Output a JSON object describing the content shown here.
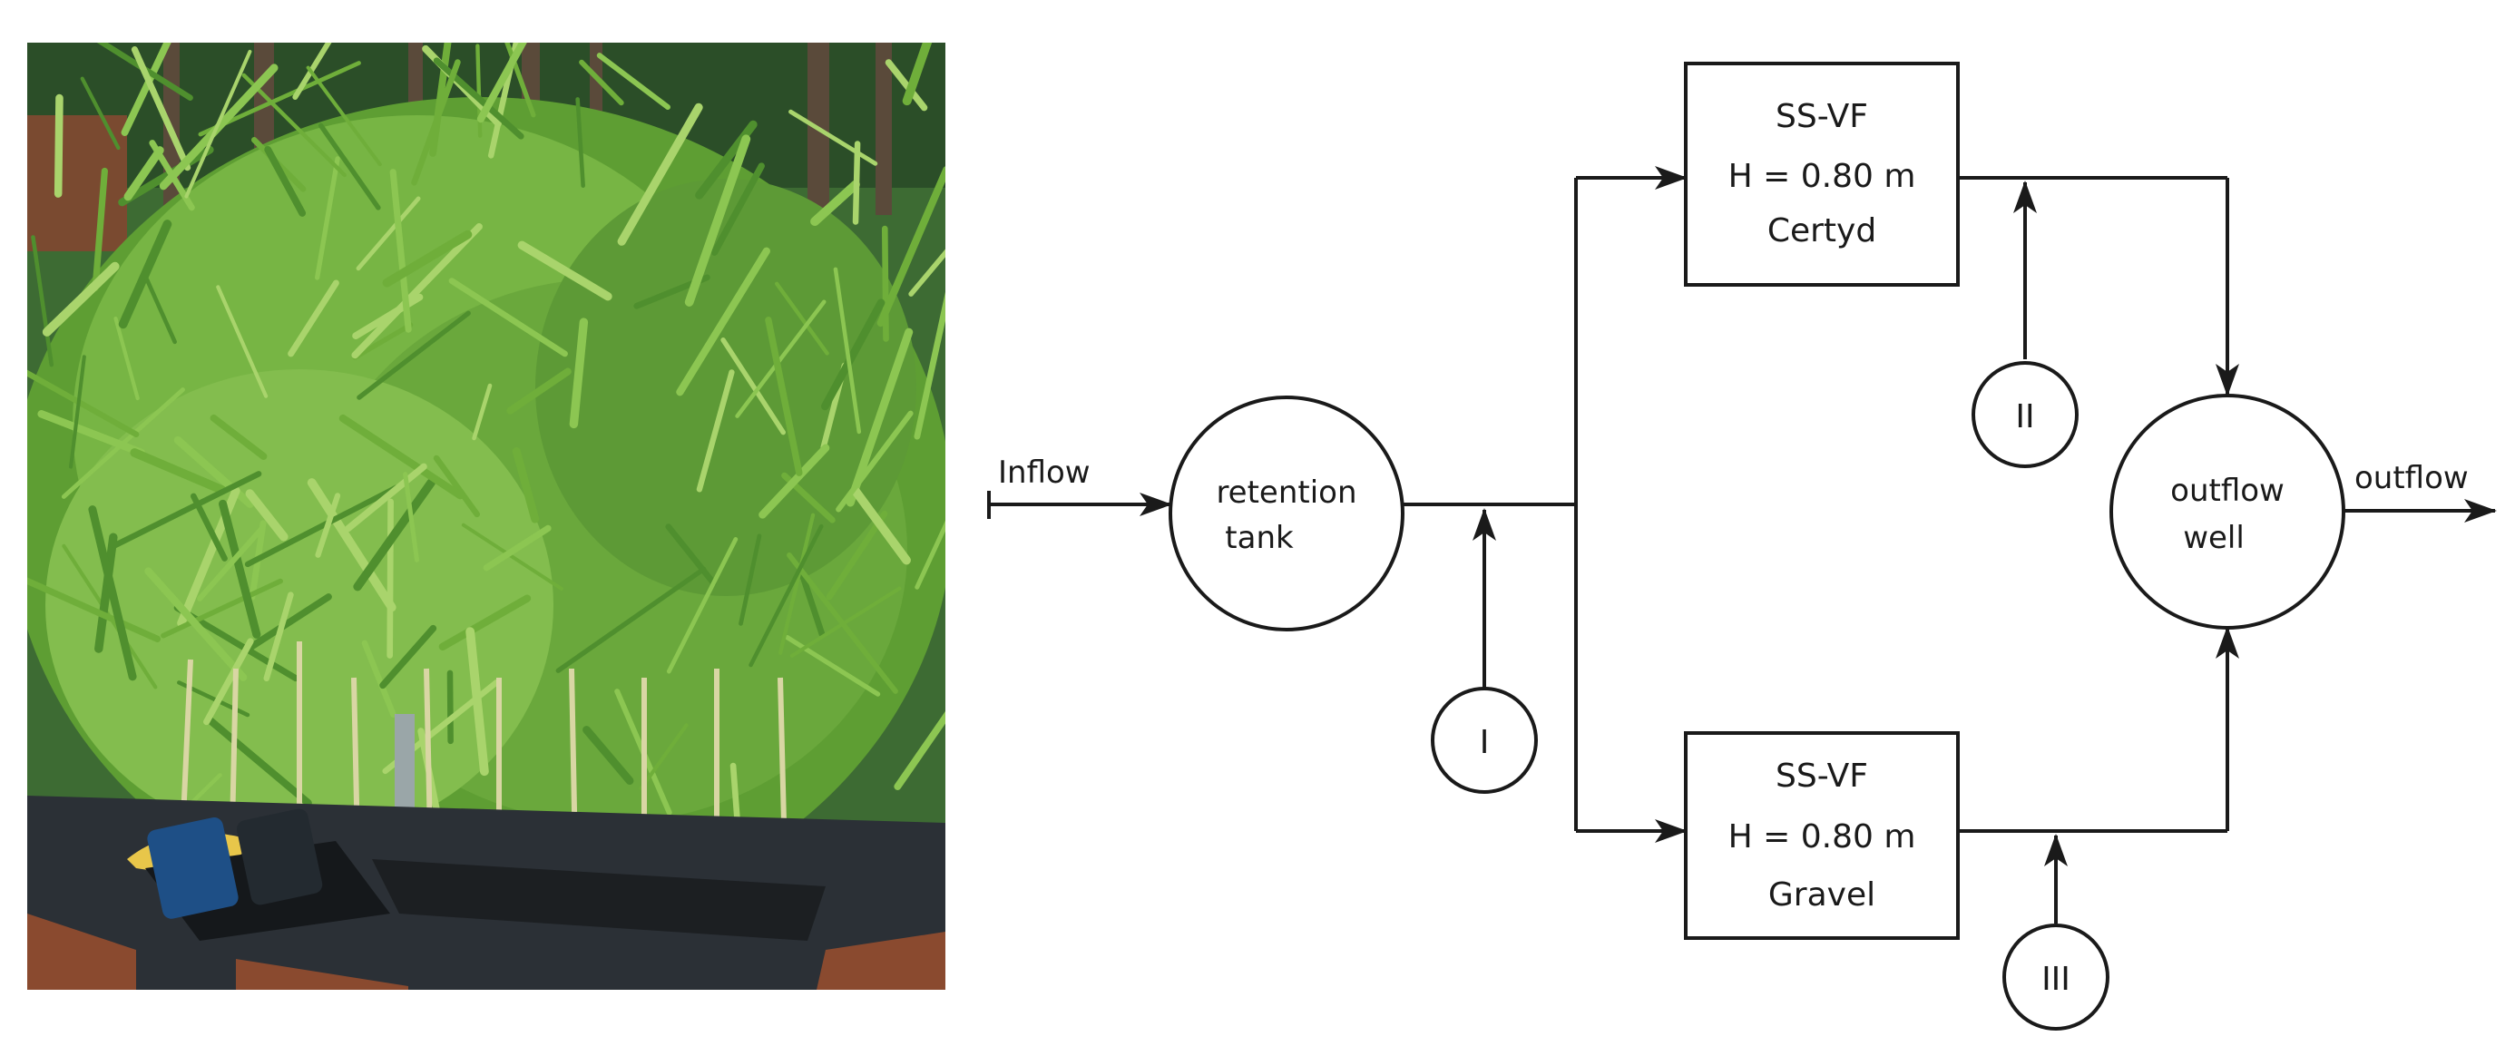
{
  "photo": {
    "subject": "reed bed planted with common reeds in a container, with two handheld meters on a tarp in the foreground",
    "colors": {
      "reed": "#6fae3a",
      "reed_light": "#a9d46c",
      "forest": "#2f5a2a",
      "tarp": "#2b3036",
      "wood": "#8a4a2f",
      "meter": "#1e4f86",
      "cable": "#e8c64a"
    }
  },
  "diagram": {
    "inflow_label": "Inflow",
    "retention_tank": [
      "retention",
      "tank"
    ],
    "filter_top": {
      "lines": [
        "SS-VF",
        "H = 0.80 m",
        "Certyd"
      ]
    },
    "filter_bottom": {
      "lines": [
        "SS-VF",
        "H = 0.80 m",
        "Gravel"
      ]
    },
    "outflow_well": [
      "outflow",
      "well"
    ],
    "outflow_label": "outflow",
    "sampling_points": [
      "I",
      "II",
      "III"
    ]
  },
  "colors": {
    "line": "#1a1a1a",
    "background": "#ffffff"
  }
}
